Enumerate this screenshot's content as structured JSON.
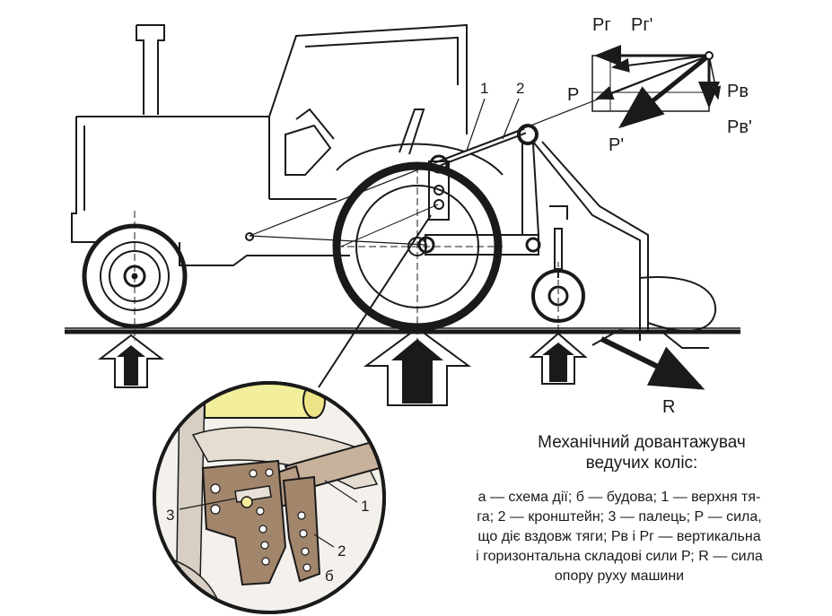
{
  "labels": {
    "pg": "Рг",
    "pg_prime": "Рг'",
    "p": "Р",
    "pv": "Рв",
    "pv_prime": "Рв'",
    "p_prime": "Р'",
    "r": "R",
    "n1": "1",
    "n2": "2",
    "inset_3": "3",
    "inset_1": "1",
    "inset_2": "2",
    "inset_b": "б"
  },
  "caption": {
    "title_line1": "Механічний довантажувач",
    "title_line2": "ведучих коліс:",
    "body_line1": "а — схема дії; б — будова; 1 — верхня тя-",
    "body_line2": "га; 2 — кронштейн; 3 — палець; Р — сила,",
    "body_line3": "що діє вздовж тяги; Рв і Рг — вертикальна",
    "body_line4": "і горизонтальна складові сили Р; R — сила",
    "body_line5": "опору руху машини"
  },
  "colors": {
    "ink": "#1a1a1a",
    "grip": "#f3ee9c",
    "bracket": "#a2866c",
    "shade": "#d7cfc4"
  }
}
